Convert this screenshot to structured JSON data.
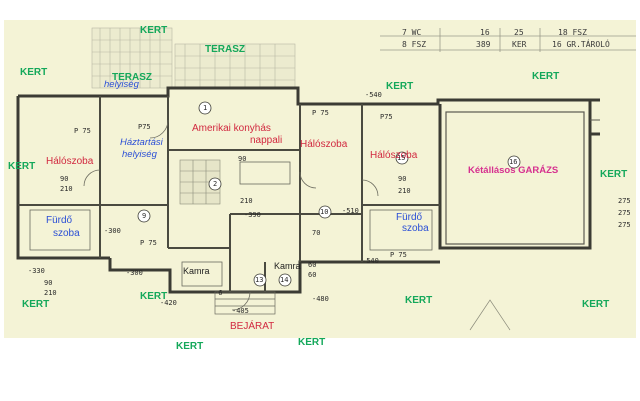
{
  "header_table": [
    [
      "7 WC",
      "16",
      "25",
      "18 FSZ"
    ],
    [
      "8 FSZ",
      "389",
      "KER",
      "16 GR.TÁROLÓ"
    ]
  ],
  "garden_label": "KERT",
  "terrace_labels": [
    "TERASZ",
    "TERASZ"
  ],
  "rooms": {
    "helyiseg": "helyiség",
    "haztartasi_line1": "Háztartási",
    "haztartasi_line2": "helyiség",
    "kitchen_line1": "Amerikai konyhás",
    "kitchen_line2": "nappali",
    "bedroom": "Hálószoba",
    "bathroom_line1": "Fürdő",
    "bathroom_line2": "szoba",
    "pantry": "Kamra",
    "garage": "Kétállásos GARÁZS",
    "entrance": "BEJÁRAT"
  },
  "room_numbers": [
    "1",
    "2",
    "9",
    "10",
    "13",
    "14",
    "15",
    "16"
  ],
  "dimensions": [
    "P 75",
    "P75",
    "P 75",
    "P75",
    "P 75",
    "P 75",
    "275",
    "275",
    "90",
    "210",
    "90",
    "210",
    "-330",
    "-300",
    "-390",
    "-420",
    "-405",
    "-480",
    "-540",
    "-540",
    "-510",
    "90",
    "90",
    "210",
    "210",
    "275",
    "60",
    "60",
    "70",
    "-300",
    "-6"
  ]
}
